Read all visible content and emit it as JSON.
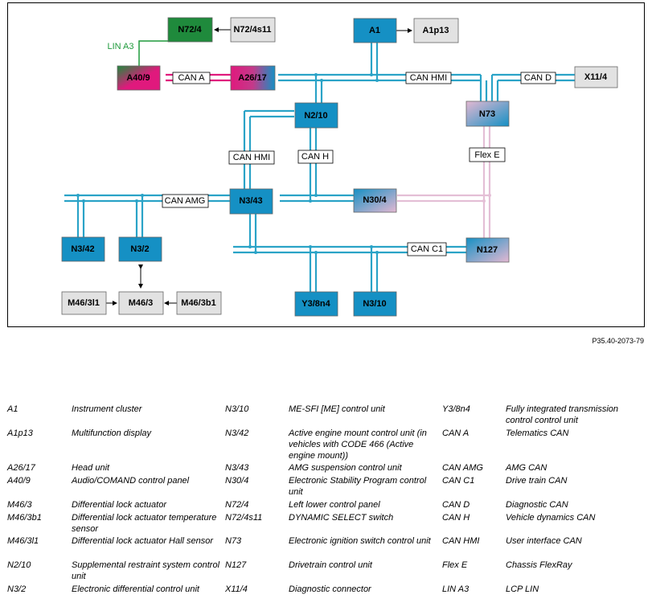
{
  "diagram": {
    "nodes": {
      "n72_4": "N72/4",
      "n72_4s11": "N72/4s11",
      "a1": "A1",
      "a1p13": "A1p13",
      "a40_9": "A40/9",
      "a26_17": "A26/17",
      "x11_4": "X11/4",
      "n2_10": "N2/10",
      "n73": "N73",
      "n3_43": "N3/43",
      "n30_4": "N30/4",
      "n3_42": "N3/42",
      "n3_2": "N3/2",
      "n127": "N127",
      "m46_3l1": "M46/3l1",
      "m46_3": "M46/3",
      "m46_3b1": "M46/3b1",
      "y3_8n4": "Y3/8n4",
      "n3_10": "N3/10"
    },
    "buses": {
      "lin_a3": "LIN A3",
      "can_a": "CAN A",
      "can_hmi_top": "CAN HMI",
      "can_d": "CAN D",
      "can_hmi_left": "CAN HMI",
      "can_h": "CAN H",
      "flex_e": "Flex E",
      "can_amg": "CAN AMG",
      "can_c1": "CAN C1"
    },
    "colors": {
      "bus_blue": "#2aa3c7",
      "can_a_pink": "#e0197d",
      "flex_pink": "#e4bfd6",
      "lin_green": "#1f9a3c",
      "module_blue": "#1590c4",
      "module_green": "#1f8a3c",
      "module_gray": "#e2e2e2",
      "module_pink": "#e4b8d2"
    }
  },
  "reference": "P35.40-2073-79",
  "legend": [
    [
      [
        "A1",
        "Instrument cluster"
      ],
      [
        "N3/10",
        "ME-SFI [ME] control unit"
      ],
      [
        "Y3/8n4",
        "Fully integrated transmission control control unit"
      ]
    ],
    [
      [
        "A1p13",
        "Multifunction display"
      ],
      [
        "N3/42",
        "Active engine mount control unit (in vehicles with CODE 466 (Active engine mount))"
      ],
      [
        "CAN A",
        "Telematics CAN"
      ]
    ],
    [
      [
        "A26/17",
        "Head unit"
      ],
      [
        "N3/43",
        "AMG suspension control unit"
      ],
      [
        "CAN AMG",
        "AMG CAN"
      ]
    ],
    [
      [
        "A40/9",
        "Audio/COMAND control panel"
      ],
      [
        "N30/4",
        "Electronic Stability Program control unit"
      ],
      [
        "CAN C1",
        "Drive train CAN"
      ]
    ],
    [
      [
        "M46/3",
        "Differential lock actuator"
      ],
      [
        "N72/4",
        "Left lower control panel"
      ],
      [
        "CAN D",
        "Diagnostic CAN"
      ]
    ],
    [
      [
        "M46/3b1",
        "Differential lock actuator temperature sensor"
      ],
      [
        "N72/4s11",
        "DYNAMIC SELECT switch"
      ],
      [
        "CAN H",
        "Vehicle dynamics CAN"
      ]
    ],
    [
      [
        "M46/3l1",
        "Differential lock actuator Hall sensor"
      ],
      [
        "N73",
        "Electronic ignition switch control unit"
      ],
      [
        "CAN HMI",
        "User interface CAN"
      ]
    ],
    [
      [
        "N2/10",
        "Supplemental restraint system control unit"
      ],
      [
        "N127",
        "Drivetrain control unit"
      ],
      [
        "Flex E",
        "Chassis FlexRay"
      ]
    ],
    [
      [
        "N3/2",
        "Electronic differential control unit"
      ],
      [
        "X11/4",
        "Diagnostic connector"
      ],
      [
        "LIN A3",
        "LCP LIN"
      ]
    ]
  ]
}
